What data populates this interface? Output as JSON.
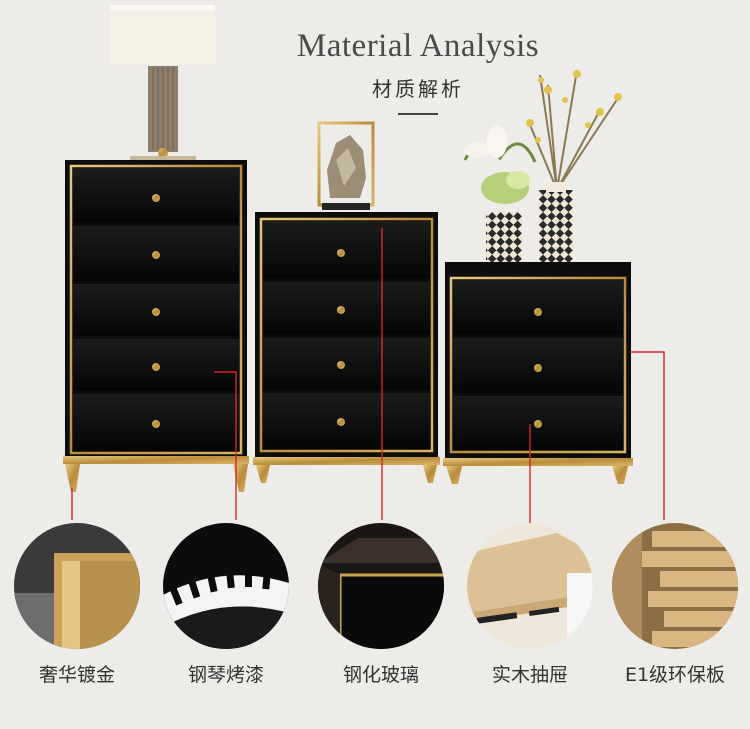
{
  "header": {
    "title": "Material Analysis",
    "subtitle": "材质解析"
  },
  "features": [
    {
      "label": "奢华镀金",
      "icon": "gold-plated-metal-detail"
    },
    {
      "label": "钢琴烤漆",
      "icon": "piano-lacquer-keys-detail"
    },
    {
      "label": "钢化玻璃",
      "icon": "tempered-glass-corner-detail"
    },
    {
      "label": "实木抽屉",
      "icon": "solid-wood-drawer-detail"
    },
    {
      "label": "E1级环保板",
      "icon": "e1-board-stack-detail"
    }
  ],
  "colors": {
    "background": "#eeece9",
    "cabinet": "#0b0b0b",
    "gold": "#c9a352",
    "pointer": "#d02a2a"
  }
}
